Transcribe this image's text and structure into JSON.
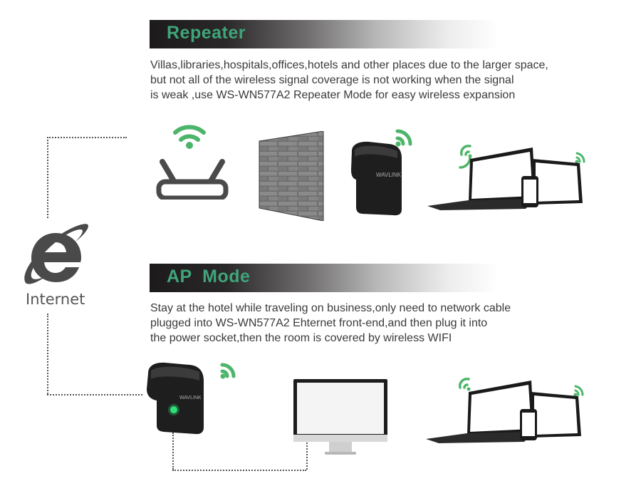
{
  "repeater_section": {
    "title": "Repeater",
    "description_lines": [
      "Villas,libraries,hospitals,offices,hotels and other places due to the larger space,",
      "but not all of the wireless signal coverage is not working when the signal",
      "is weak ,use  WS-WN577A2  Repeater Mode  for easy wireless expansion"
    ],
    "devices": [
      "router-icon",
      "brick-wall",
      "wavlink-repeater",
      "laptop-tablet-phone"
    ]
  },
  "ap_section": {
    "title": "AP  Mode",
    "description_lines": [
      "Stay at the hotel while traveling on business,only need to network cable",
      "plugged into WS-WN577A2 Ehternet front-end,and then plug it into",
      "the power socket,then the room is covered by wireless WIFI"
    ],
    "devices": [
      "wavlink-repeater",
      "desktop-monitor",
      "laptop-tablet-phone"
    ]
  },
  "internet": {
    "label": "Internet",
    "icon": "ie-logo-icon"
  },
  "device_brand": "WAVLINK",
  "colors": {
    "accent_green": "#3fa57a",
    "wifi_green": "#5cb85c",
    "dark": "#2b2b2b",
    "text": "#3a3a3a"
  }
}
